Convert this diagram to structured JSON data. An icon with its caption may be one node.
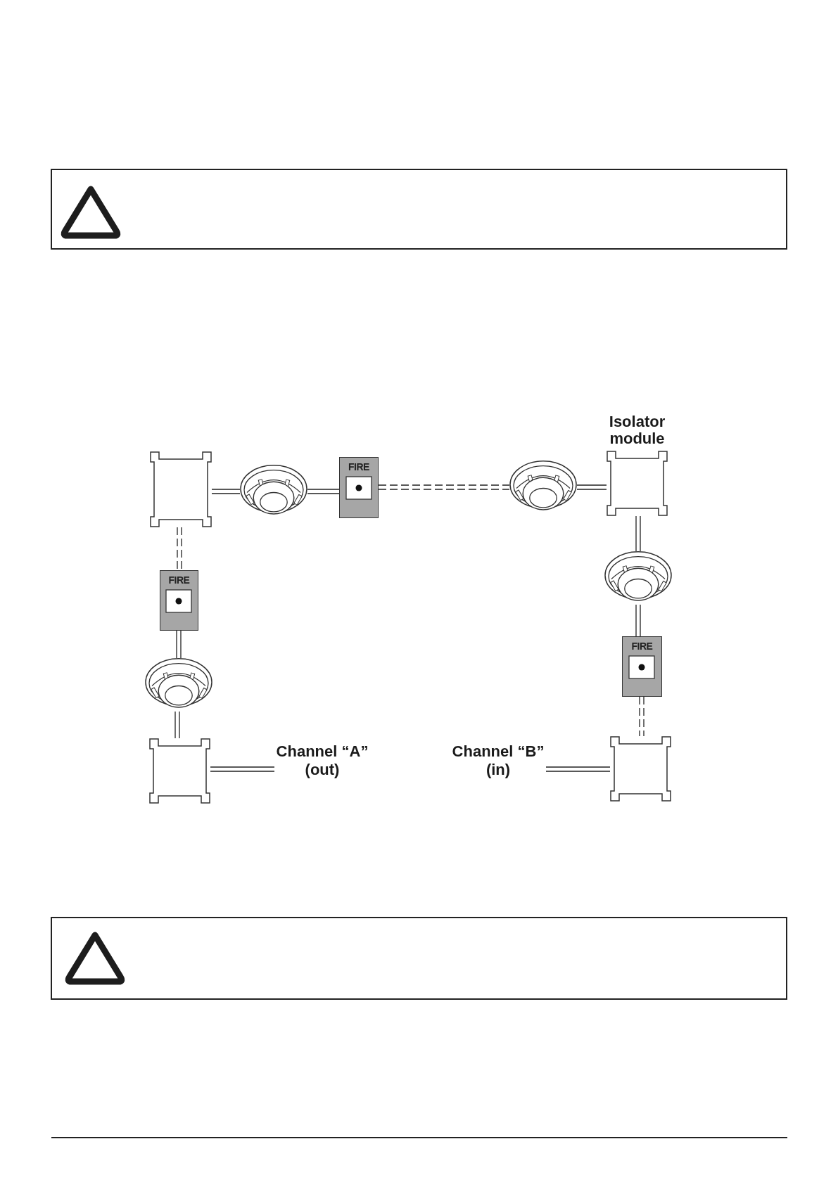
{
  "diagram": {
    "nodes": [
      {
        "text": [],
        "shape": "box"
      },
      {
        "text": [],
        "shape": "picture"
      },
      {
        "text": [
          "FIRE"
        ]
      },
      {
        "text": [],
        "shape": "picture"
      },
      {
        "text": [
          "Isolator module"
        ]
      },
      {
        "text": [
          "FIRE"
        ]
      },
      {
        "text": [],
        "shape": "picture"
      },
      {
        "text": [
          "FIRE"
        ]
      },
      {
        "text": [],
        "shape": "picture"
      },
      {
        "text": [],
        "shape": "box"
      },
      {
        "text": [
          "Channel “A” (out)"
        ]
      },
      {
        "text": [
          "Channel “B” (in)"
        ]
      },
      {
        "text": [],
        "shape": "box"
      }
    ],
    "edges": [
      {
        "from": 0,
        "to": 1,
        "arrow": "none"
      },
      {
        "from": 1,
        "to": 2,
        "arrow": "none"
      },
      {
        "from": 2,
        "to": 3,
        "arrow": "none",
        "style": "dashed"
      },
      {
        "from": 3,
        "to": 4,
        "arrow": "none"
      },
      {
        "from": 4,
        "to": 6,
        "arrow": "none"
      },
      {
        "from": 6,
        "to": 7,
        "arrow": "none"
      },
      {
        "from": 7,
        "to": 12,
        "arrow": "none",
        "style": "dashed"
      },
      {
        "from": 0,
        "to": 5,
        "arrow": "none",
        "style": "dashed"
      },
      {
        "from": 5,
        "to": 8,
        "arrow": "none"
      },
      {
        "from": 8,
        "to": 9,
        "arrow": "none"
      },
      {
        "from": 9,
        "to": 10,
        "arrow": "none"
      },
      {
        "from": 11,
        "to": 12,
        "arrow": "none"
      }
    ]
  }
}
